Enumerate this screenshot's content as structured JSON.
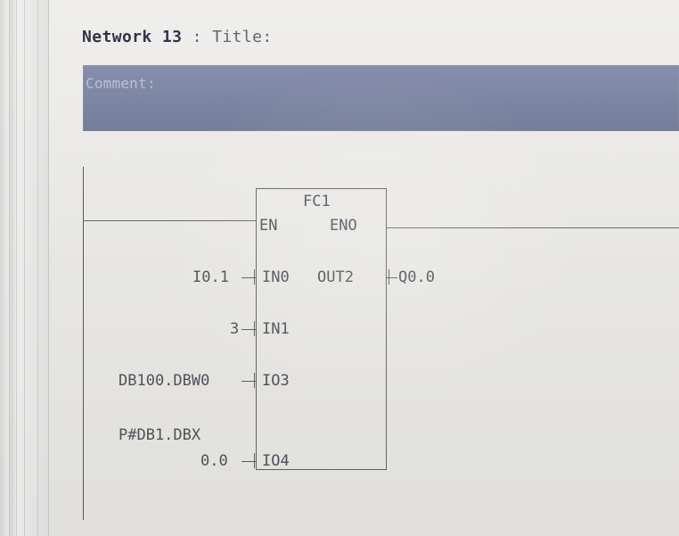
{
  "network": {
    "label": "Network",
    "number": "13",
    "colon": ":",
    "title": "Title:"
  },
  "comment": {
    "label": "Comment:"
  },
  "block": {
    "name": "FC1",
    "en": "EN",
    "eno": "ENO",
    "in0": "IN0",
    "out2": "OUT2",
    "in1": "IN1",
    "io3": "IO3",
    "io4": "IO4"
  },
  "params": {
    "in0": "I0.1",
    "in1": "3",
    "io3": "DB100.DBW0",
    "io4_line1": "P#DB1.DBX",
    "io4_line2": "0.0",
    "out2": "Q0.0"
  }
}
